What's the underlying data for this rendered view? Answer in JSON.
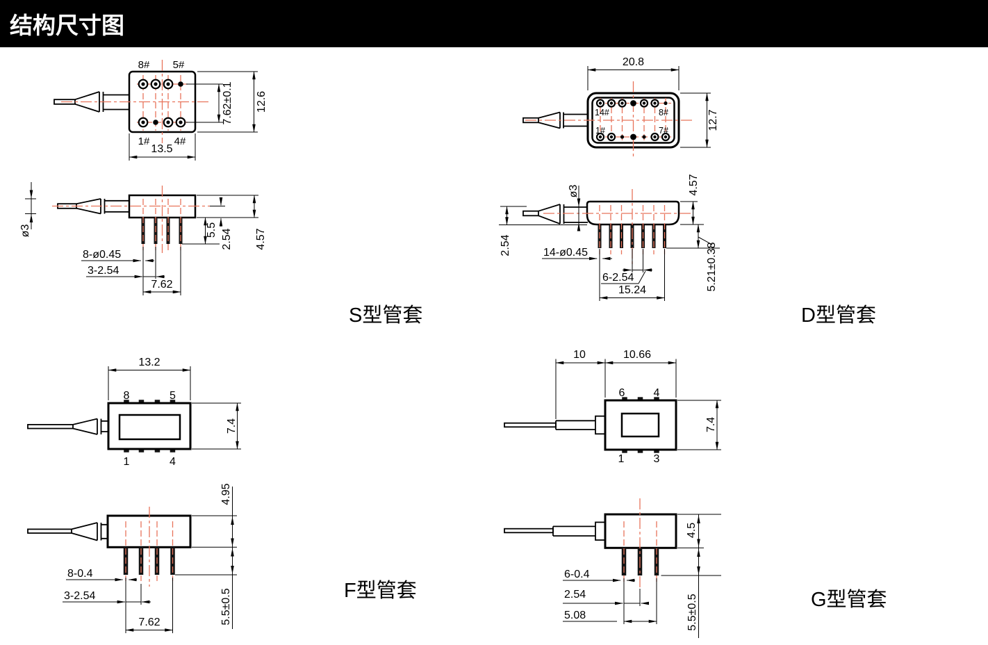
{
  "header": {
    "title": "结构尺寸图"
  },
  "figures": {
    "s": {
      "caption": "S型管套",
      "top": {
        "pin_tl": "8#",
        "pin_tr": "5#",
        "pin_bl": "1#",
        "pin_br": "4#",
        "row_pitch": "7.62±0.1",
        "height": "12.6",
        "width": "13.5"
      },
      "side": {
        "fiber_dia": "ø3",
        "pin_len": "5.5",
        "axis_offset": "2.54",
        "body_h": "4.57",
        "pin_dia": "8-ø0.45",
        "pin_pitch": "3-2.54",
        "pin_span": "7.62"
      }
    },
    "d": {
      "caption": "D型管套",
      "top": {
        "width": "20.8",
        "height": "12.7",
        "pin_tl": "14#",
        "pin_tr": "8#",
        "pin_bl": "1#",
        "pin_br": "7#"
      },
      "side": {
        "fiber_dia": "ø3",
        "axis_offset": "2.54",
        "body_h": "4.57",
        "pin_len": "5.21±0.38",
        "pin_dia": "14-ø0.45",
        "pin_pitch": "6-2.54",
        "pin_span": "15.24"
      }
    },
    "f": {
      "caption": "F型管套",
      "top": {
        "width": "13.2",
        "height": "7.4",
        "pin_tl": "8",
        "pin_tr": "5",
        "pin_bl": "1",
        "pin_br": "4"
      },
      "side": {
        "body_h": "4.95",
        "pin_len": "5.5±0.5",
        "pin_dia": "8-0.4",
        "pin_pitch": "3-2.54",
        "pin_span": "7.62"
      }
    },
    "g": {
      "caption": "G型管套",
      "top": {
        "tube_len": "10",
        "width": "10.66",
        "height": "7.4",
        "pin_tl": "6",
        "pin_tr": "4",
        "pin_bl": "1",
        "pin_br": "3"
      },
      "side": {
        "body_h": "4.5",
        "pin_len": "5.5±0.5",
        "pin_dia": "6-0.4",
        "pin_pitch": "2.54",
        "pin_span": "5.08"
      }
    }
  },
  "colors": {
    "page_bg": "#ffffff",
    "header_bg": "#000000",
    "header_fg": "#ffffff",
    "line": "#000000",
    "centerline": "#e8735a",
    "pin_fill": "#141414"
  }
}
